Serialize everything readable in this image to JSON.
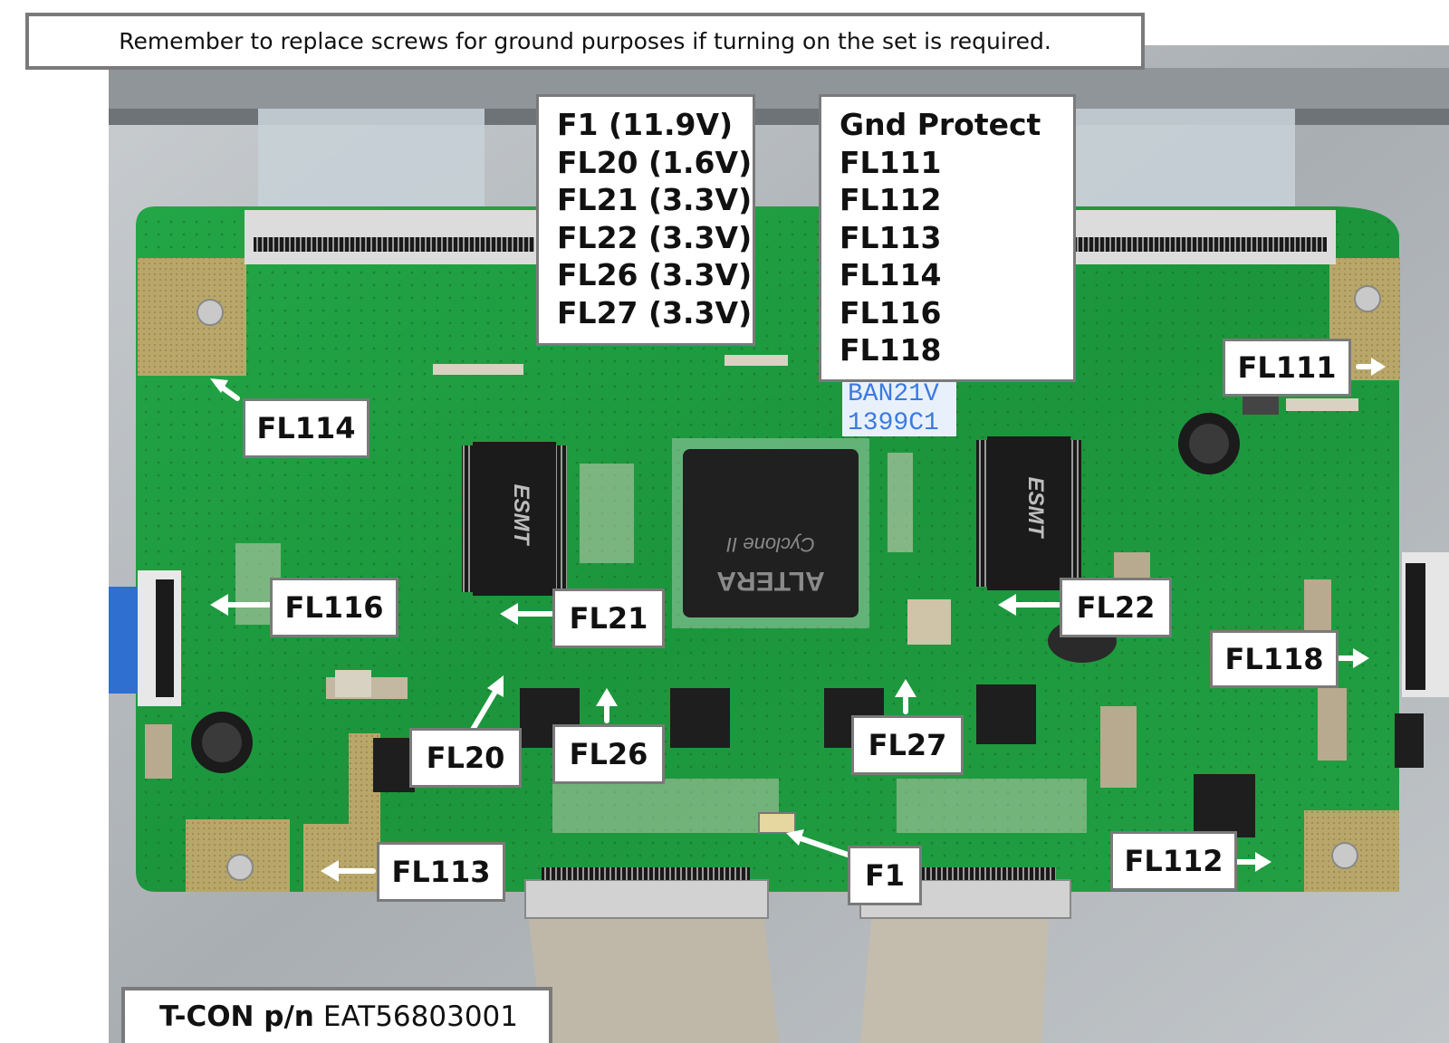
{
  "banner": {
    "text": "Remember to replace screws for ground purposes if turning on the set is required."
  },
  "voltage_list": {
    "items": [
      "F1 (11.9V)",
      "FL20 (1.6V)",
      "FL21 (3.3V)",
      "FL22 (3.3V)",
      "FL26 (3.3V)",
      "FL27 (3.3V)"
    ]
  },
  "gnd_list": {
    "items": [
      "Gnd Protect",
      "FL111",
      "FL112",
      "FL113",
      "FL114",
      "FL116",
      "FL118"
    ]
  },
  "callouts": {
    "fl114": "FL114",
    "fl111": "FL111",
    "fl116": "FL116",
    "fl21": "FL21",
    "fl22": "FL22",
    "fl118": "FL118",
    "fl20": "FL20",
    "fl26": "FL26",
    "fl27": "FL27",
    "fl113": "FL113",
    "f1": "F1",
    "fl112": "FL112"
  },
  "board_marking": {
    "code_line1": "BAN21V",
    "code_line2": "1399C1",
    "chip_brand": "ESMT",
    "fpga_brand": "ALTERA",
    "fpga_family": "Cyclone II"
  },
  "tcon": {
    "label": "T-CON p/n",
    "part_number": "EAT56803001"
  },
  "colors": {
    "pcb": "#1f9a3f",
    "box_border": "#7a7a7a",
    "metal": "#b8bcbf",
    "chip": "#1b1b1b"
  }
}
